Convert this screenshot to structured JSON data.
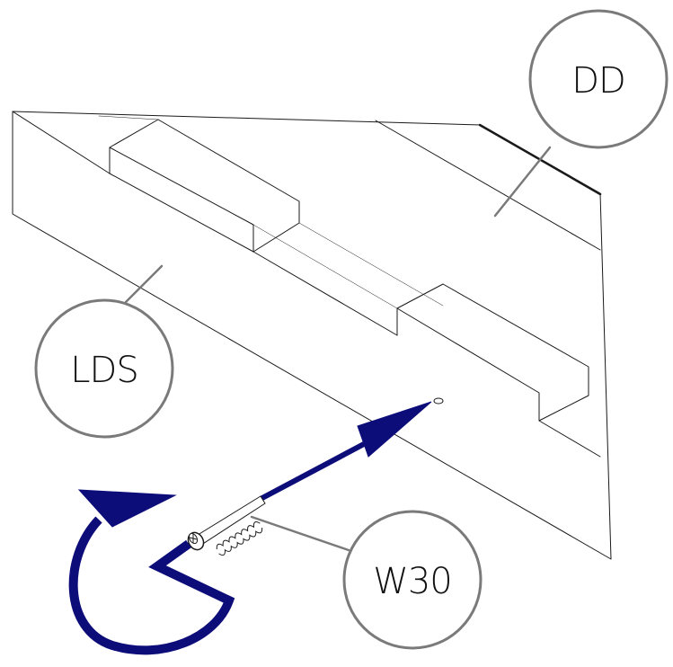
{
  "callouts": {
    "top_right": "DD",
    "left": "LDS",
    "bottom_right": "W30"
  },
  "colors": {
    "arrow": "#0d0d7a",
    "callout_stroke": "#7a7a7a",
    "line": "#1a1a1a"
  }
}
